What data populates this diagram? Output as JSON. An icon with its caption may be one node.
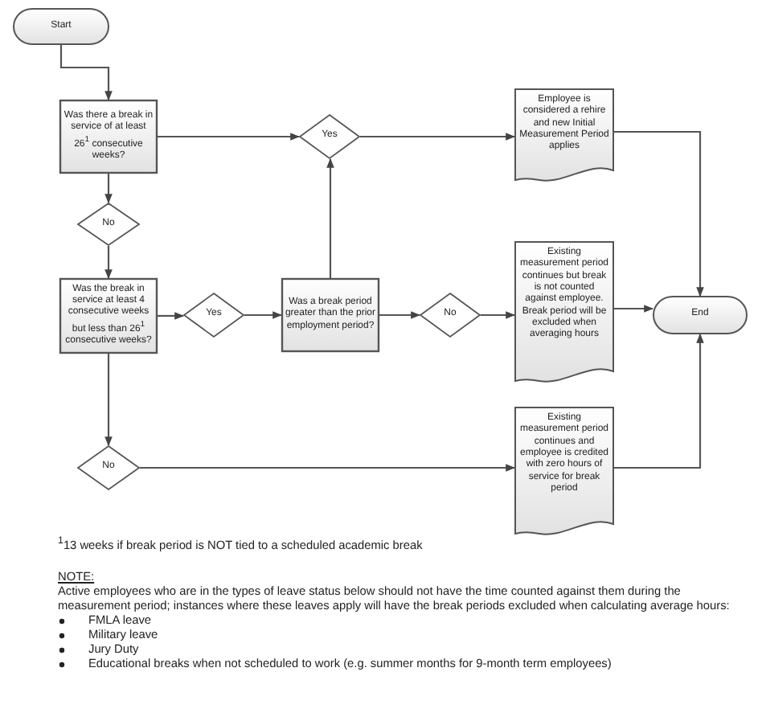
{
  "diagram": {
    "nodes": [
      {
        "text": [
          "Start"
        ]
      },
      {
        "text": [
          "Was there a break in service of at least 26$^{1}$ consecutive weeks?"
        ]
      },
      {
        "text": [
          "Yes"
        ]
      },
      {
        "text": [
          "Employee is considered a rehire and new Initial Measurement Period applies"
        ]
      },
      {
        "text": [
          "No"
        ]
      },
      {
        "text": [
          "Was the break in service at least 4 consecutive weeks but less than 26$^{1}$ consecutive weeks?"
        ]
      },
      {
        "text": [
          "Yes"
        ]
      },
      {
        "text": [
          "Was a break period greater than the prior employment period?"
        ]
      },
      {
        "text": [
          "No"
        ]
      },
      {
        "text": [
          "Existing measurement period continues but break is not counted against employee. Break period will be excluded when averaging hours"
        ]
      },
      {
        "text": [
          "End"
        ]
      },
      {
        "text": [
          "No"
        ]
      },
      {
        "text": [
          "Existing measurement period continues and employee is credited with zero hours of service for break period"
        ]
      }
    ],
    "edges": [
      {
        "from": 0,
        "to": 1,
        "arrow": "to"
      },
      {
        "from": 1,
        "to": 2,
        "arrow": "to"
      },
      {
        "from": 2,
        "to": 3,
        "arrow": "to"
      },
      {
        "from": 3,
        "to": 10,
        "arrow": "to"
      },
      {
        "from": 1,
        "to": 4,
        "arrow": "to"
      },
      {
        "from": 4,
        "to": 5,
        "arrow": "to"
      },
      {
        "from": 5,
        "to": 6,
        "arrow": "to"
      },
      {
        "from": 6,
        "to": 7,
        "arrow": "to"
      },
      {
        "from": 7,
        "to": 2,
        "arrow": "to"
      },
      {
        "from": 7,
        "to": 8,
        "arrow": "to"
      },
      {
        "from": 8,
        "to": 9,
        "arrow": "to"
      },
      {
        "from": 9,
        "to": 10,
        "arrow": "to"
      },
      {
        "from": 5,
        "to": 11,
        "arrow": "to"
      },
      {
        "from": 11,
        "to": 12,
        "arrow": "to"
      },
      {
        "from": 12,
        "to": 10,
        "arrow": "to"
      }
    ],
    "labels": [
      "$^{1}$13 weeks if break period is NOT tied to a scheduled academic break",
      "NOTE:",
      "Active employees who are in the types of leave status below should not have the time counted against them during the measurement period; instances where these leaves apply will have the break periods excluded when calculating average hours:",
      "FMLA leave",
      "Military leave",
      "Jury Duty",
      "Educational breaks when not scheduled to work (e.g. summer months for 9-month term employees)"
    ]
  }
}
